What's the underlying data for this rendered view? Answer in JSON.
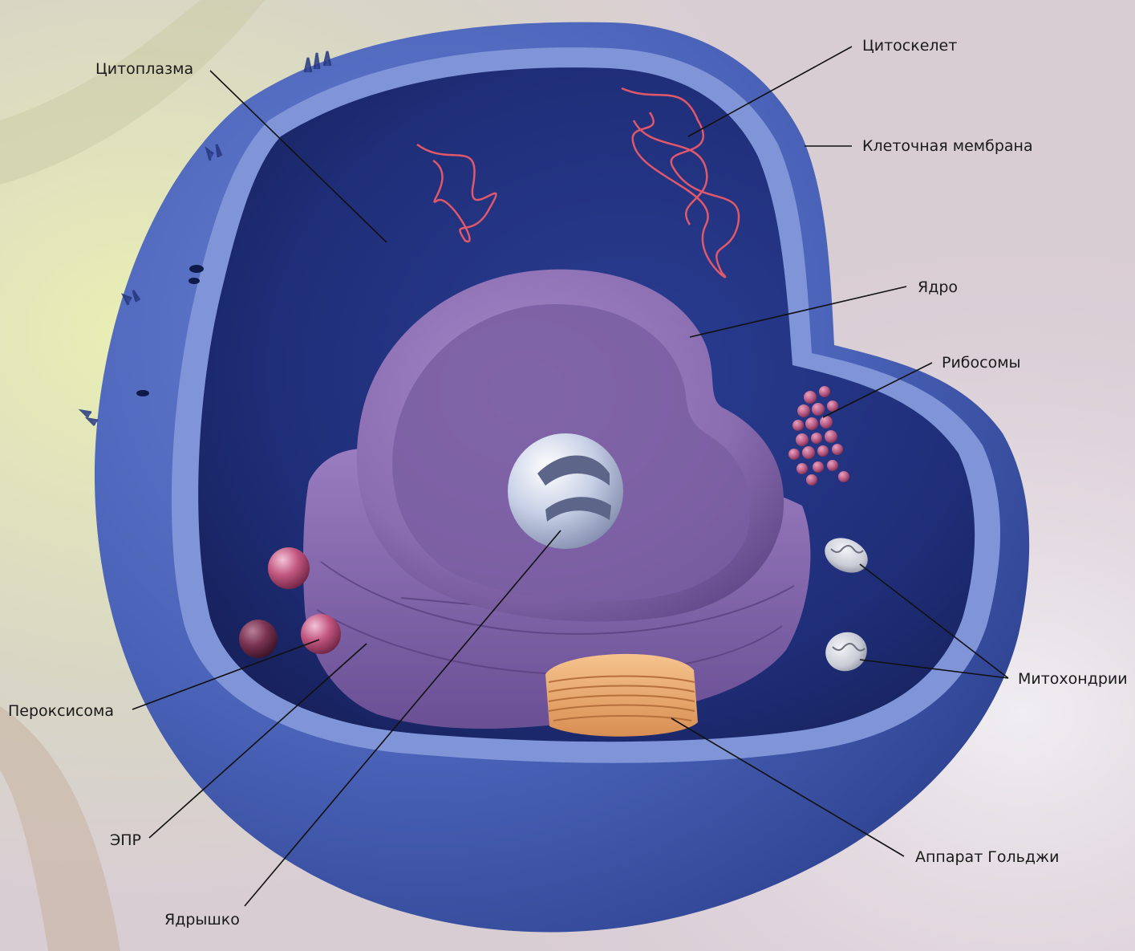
{
  "diagram": {
    "labels": {
      "cytoplasm": "Цитоплазма",
      "cytoskeleton": "Цитоскелет",
      "cell_membrane": "Клеточная мембрана",
      "nucleus": "Ядро",
      "ribosomes": "Рибосомы",
      "mitochondria": "Митохондрии",
      "peroxisome": "Пероксисома",
      "er": "ЭПР",
      "nucleolus": "Ядрышко",
      "golgi": "Аппарат Гольджи"
    },
    "colors": {
      "membrane": "#4a63b8",
      "cytoplasm": "#1f2e78",
      "nucleus": "#8a6cb0",
      "nucleolus": "#c7d0e6",
      "ribosomes": "#b4567e",
      "golgi": "#f0b37a",
      "cytoskeleton": "#e0586a",
      "peroxisome": "#c2567f",
      "mitochondria": "#c9ccd6"
    }
  }
}
